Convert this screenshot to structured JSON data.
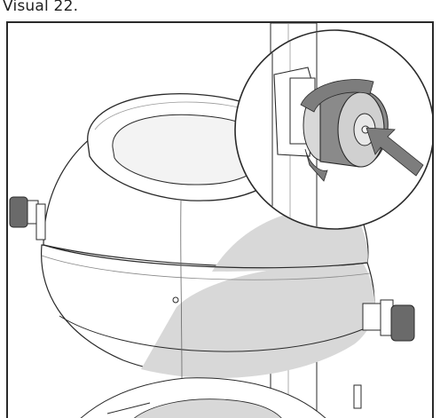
{
  "caption": "Visual 22.",
  "illustration": {
    "main_subject": "appliance-body",
    "inset_subject": "knob-detail",
    "arrows": [
      "rotate-arrow",
      "push-arrow"
    ],
    "colors": {
      "outline": "#2a2a2a",
      "body": "#ffffff",
      "shade": "#d8d8d8",
      "knob_dark": "#6a6a6a",
      "arrow": "#7d7d7d"
    }
  }
}
